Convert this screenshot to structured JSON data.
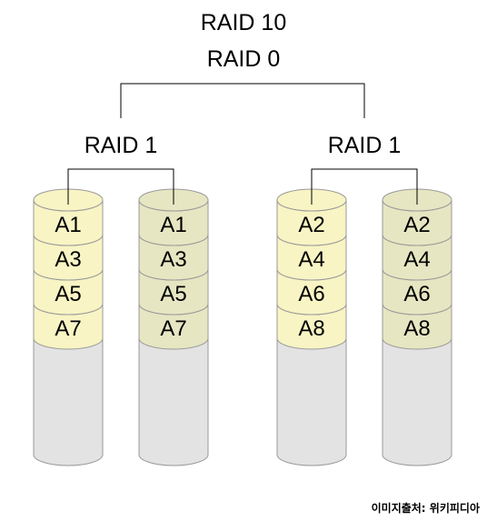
{
  "title": "RAID 10",
  "subtitle": "RAID 0",
  "groups": [
    {
      "label": "RAID 1",
      "disks": [
        {
          "blocks": [
            "A1",
            "A3",
            "A5",
            "A7"
          ],
          "color": "#f8f4c4"
        },
        {
          "blocks": [
            "A1",
            "A3",
            "A5",
            "A7"
          ],
          "color": "#e6e6c2"
        }
      ]
    },
    {
      "label": "RAID 1",
      "disks": [
        {
          "blocks": [
            "A2",
            "A4",
            "A6",
            "A8"
          ],
          "color": "#f8f4c4"
        },
        {
          "blocks": [
            "A2",
            "A4",
            "A6",
            "A8"
          ],
          "color": "#e6e6c2"
        }
      ]
    }
  ],
  "colors": {
    "empty_disk": "#e3e3e3",
    "outline": "#9a9a9a",
    "lines": "#000000"
  },
  "credit": "이미지출처: 위키피디아"
}
